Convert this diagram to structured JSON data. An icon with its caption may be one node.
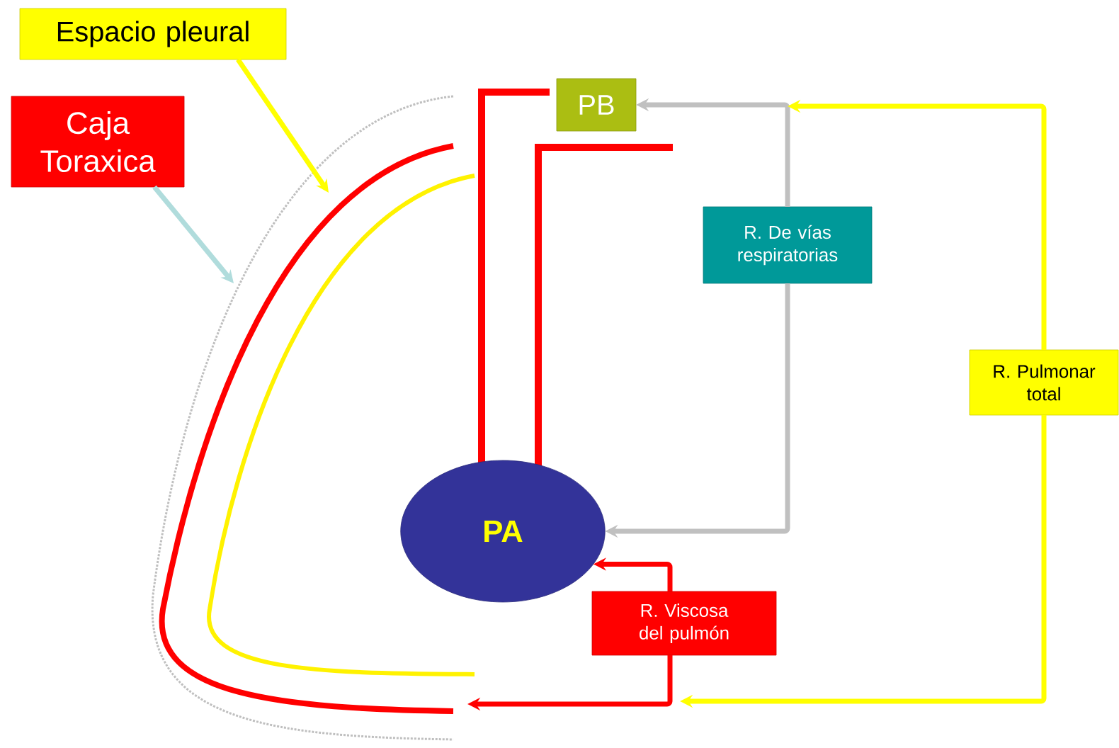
{
  "diagram": {
    "nodes": [
      {
        "text": [
          "Espacio pleural"
        ]
      },
      {
        "text": [
          "Caja Toraxica"
        ]
      },
      {
        "text": [
          "PB"
        ]
      },
      {
        "text": [
          "PA"
        ]
      },
      {
        "text": [
          "R. De vías respiratorias"
        ]
      },
      {
        "text": [
          "R. Pulmonar total"
        ]
      },
      {
        "text": [
          "R. Viscosa del pulmón"
        ]
      }
    ],
    "edges": [
      {
        "from": 0,
        "to": null,
        "arrow": "to",
        "color": "#ffff00"
      },
      {
        "from": 1,
        "to": null,
        "arrow": "to",
        "color": "#b0dcdc"
      },
      {
        "from": 4,
        "to": 2,
        "arrow": "to",
        "color": "#c0c0c0"
      },
      {
        "from": 4,
        "to": 3,
        "arrow": "to",
        "color": "#c0c0c0"
      },
      {
        "from": 5,
        "to": null,
        "arrow": "to",
        "color": "#ffff00"
      },
      {
        "from": 5,
        "to": null,
        "arrow": "to",
        "color": "#ffff00"
      },
      {
        "from": 6,
        "to": 3,
        "arrow": "to",
        "color": "#ff0000"
      },
      {
        "from": 6,
        "to": null,
        "arrow": "to",
        "color": "#ff0000"
      }
    ]
  }
}
